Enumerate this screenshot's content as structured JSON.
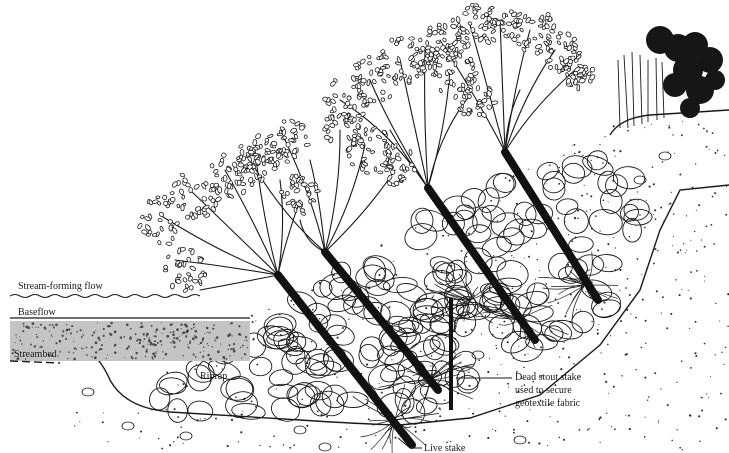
{
  "labels": {
    "stream_forming_flow": "Stream-forming flow",
    "baseflow": "Baseflow",
    "streambed": "Streambed",
    "riprap": "Riprap",
    "dead_stake_line1": "Dead stout stake",
    "dead_stake_line2": "used to secure",
    "dead_stake_line3": "geotextile fabric",
    "live_stake": "Live stake"
  },
  "colors": {
    "ink": "#1a1a1a",
    "paper": "#ffffff",
    "streambed_fill": "#bdbdbd",
    "dark_foliage": "#161616"
  }
}
